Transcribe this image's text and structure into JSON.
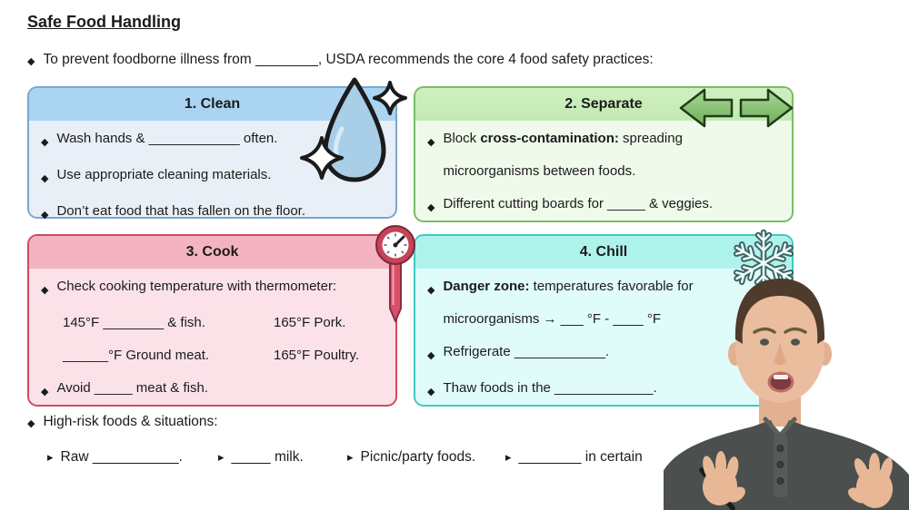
{
  "slide": {
    "title": "Safe Food Handling",
    "intro": "To prevent foodborne illness from ________, USDA recommends the core 4 food safety practices:"
  },
  "glyphs": {
    "diamond": "◆",
    "triangle": "▸"
  },
  "colors": {
    "clean_border": "#7aa7cf",
    "clean_header": "#abd4f2",
    "clean_body": "#e9eff6",
    "separate_border": "#76bd62",
    "separate_header": "#c9edba",
    "separate_body": "#f0faea",
    "cook_border": "#d34a61",
    "cook_header": "#f3b3c0",
    "cook_body": "#fae2e8",
    "chill_border": "#3fc9c1",
    "chill_header": "#aef2ec",
    "chill_body": "#e0fcfa"
  },
  "icons": {
    "clean": "water-droplet-with-sparkles",
    "separate": "opposing-green-arrows",
    "cook": "meat-thermometer",
    "chill": "snowflake"
  },
  "boxes": {
    "clean": {
      "header": "1. Clean",
      "items": [
        "Wash hands & ____________ often.",
        "Use appropriate cleaning materials.",
        "Don’t eat food that has fallen on the floor."
      ]
    },
    "separate": {
      "header": "2. Separate",
      "item1_pre": "Block ",
      "item1_bold": "cross-contamination:",
      "item1_post": " spreading",
      "item1_line2": "microorganisms between foods.",
      "item2": "Different cutting boards for _____ & veggies."
    },
    "cook": {
      "header": "3. Cook",
      "item1": "Check cooking temperature with thermometer:",
      "temp_rows": [
        {
          "left": "145°F ________ & fish.",
          "right": "165°F Pork."
        },
        {
          "left": "______°F Ground meat.",
          "right": "165°F Poultry."
        }
      ],
      "item2": "Avoid _____ meat & fish."
    },
    "chill": {
      "header": "4. Chill",
      "item1_bold": "Danger zone:",
      "item1_post": " temperatures favorable for",
      "item1_line2": "microorganisms → ___ °F - ____ °F",
      "item2": "Refrigerate ____________.",
      "item3": "Thaw foods in the _____________."
    }
  },
  "footer": {
    "heading": "High-risk foods & situations:",
    "items": [
      "Raw ___________.",
      "_____ milk.",
      "Picnic/party foods.",
      "________ in certain"
    ]
  }
}
